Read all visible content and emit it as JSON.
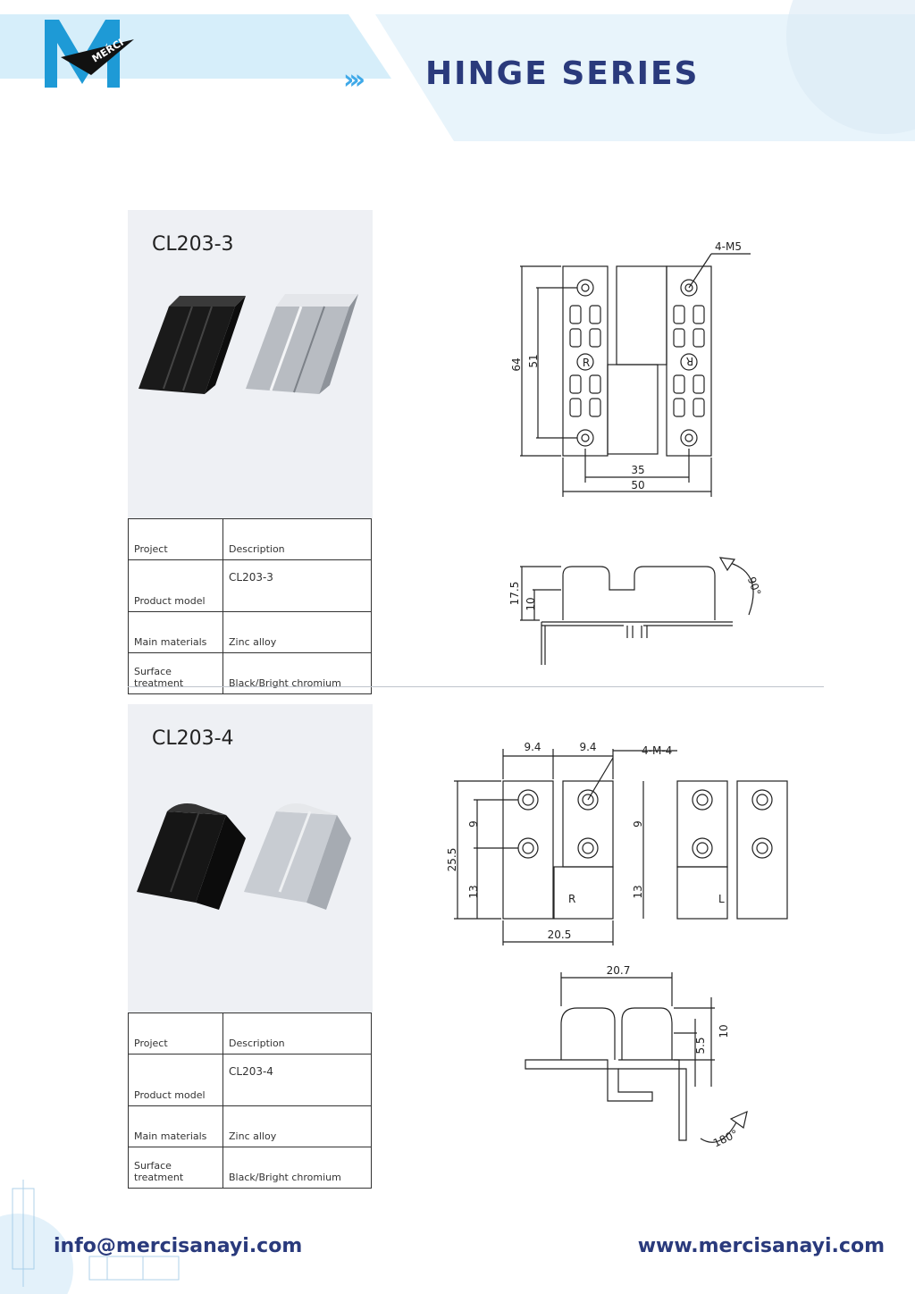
{
  "header": {
    "brand": "MERCI",
    "arrows": "›››",
    "title": "HINGE SERIES"
  },
  "products": [
    {
      "model_title": "CL203-3",
      "table": {
        "header": {
          "project": "Project",
          "description": "Description"
        },
        "rows": [
          {
            "label": "Product model",
            "value": "CL203-3"
          },
          {
            "label": "Main materials",
            "value": "Zinc alloy"
          },
          {
            "label": "Surface treatment",
            "value": "Black/Bright chromium"
          }
        ]
      },
      "drawing": {
        "hole_label": "4-M5",
        "dim_height_total": "64",
        "dim_height_holes": "51",
        "dim_width_holes": "35",
        "dim_width_total": "50",
        "dim_side_total": "17.5",
        "dim_side_plate": "10",
        "rotation": "90°",
        "mark": "R"
      }
    },
    {
      "model_title": "CL203-4",
      "table": {
        "header": {
          "project": "Project",
          "description": "Description"
        },
        "rows": [
          {
            "label": "Product model",
            "value": "CL203-4"
          },
          {
            "label": "Main materials",
            "value": "Zinc alloy"
          },
          {
            "label": "Surface treatment",
            "value": "Black/Bright chromium"
          }
        ]
      },
      "drawing": {
        "dim_hole_spacing_1": "9.4",
        "dim_hole_spacing_2": "9.4",
        "hole_label": "4-M-4",
        "dim_height_total": "25.5",
        "dim_hole_pitch": "9",
        "dim_hole_pitch_right": "9",
        "dim_lower": "13",
        "dim_lower_right": "13",
        "dim_width": "20.5",
        "mark_right": "R",
        "mark_left": "L",
        "dim_side_width": "20.7",
        "dim_side_small": "5.5",
        "dim_side_height": "10",
        "rotation": "180°"
      }
    }
  ],
  "footer": {
    "email": "info@mercisanayi.com",
    "website": "www.mercisanayi.com"
  },
  "colors": {
    "brand_blue": "#2a3a7c",
    "accent_cyan": "#3fa9e8",
    "band_light": "#e4f3fb",
    "panel_grey": "#eef0f4"
  }
}
